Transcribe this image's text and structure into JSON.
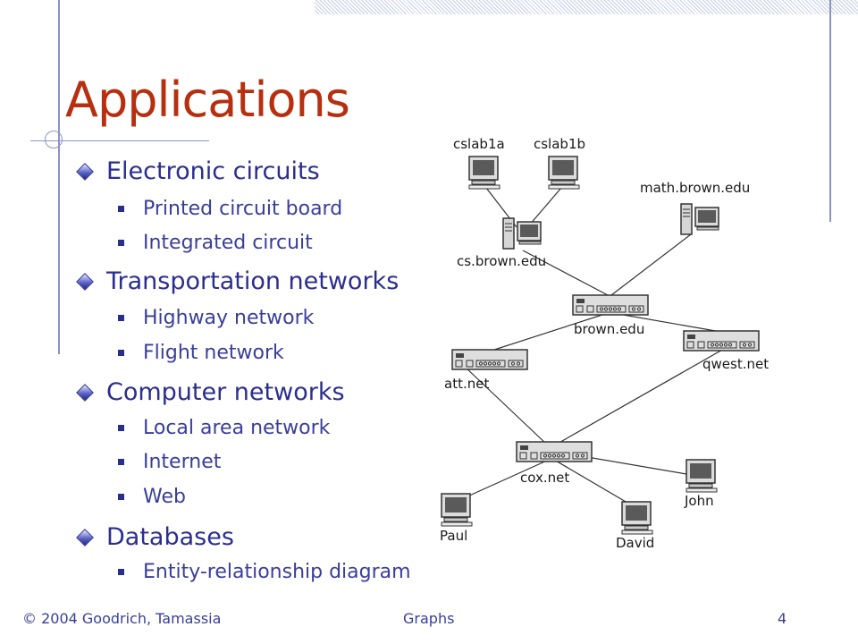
{
  "slide": {
    "title": "Applications",
    "sections": [
      {
        "heading": "Electronic circuits",
        "items": [
          "Printed circuit board",
          "Integrated circuit"
        ]
      },
      {
        "heading": "Transportation networks",
        "items": [
          "Highway network",
          "Flight network"
        ]
      },
      {
        "heading": "Computer networks",
        "items": [
          "Local area network",
          "Internet",
          "Web"
        ]
      },
      {
        "heading": "Databases",
        "items": [
          "Entity-relationship diagram"
        ]
      }
    ]
  },
  "diagram": {
    "nodes": {
      "cslab1a": "cslab1a",
      "cslab1b": "cslab1b",
      "cs": "cs.brown.edu",
      "math": "math.brown.edu",
      "brown": "brown.edu",
      "att": "att.net",
      "qwest": "qwest.net",
      "cox": "cox.net",
      "john": "John",
      "paul": "Paul",
      "david": "David"
    }
  },
  "footer": {
    "copyright": "© 2004 Goodrich, Tamassia",
    "topic": "Graphs",
    "page": "4"
  },
  "colors": {
    "title": "#b72f0f",
    "text": "#2b2e8f"
  }
}
